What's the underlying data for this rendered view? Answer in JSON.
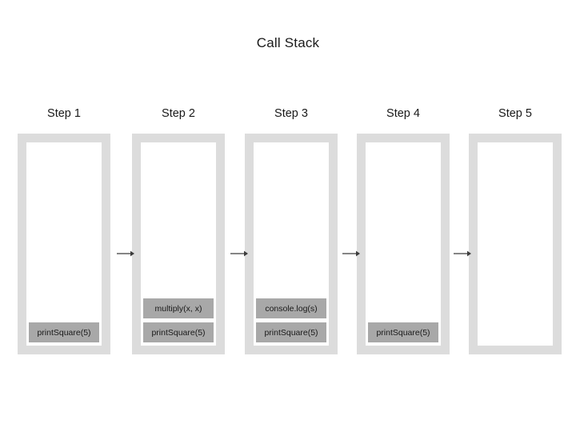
{
  "title": "Call Stack",
  "arrow_icon": "arrow-right",
  "colors": {
    "background": "#ffffff",
    "box_border": "#dcdcdc",
    "box_fill": "#ffffff",
    "frame_fill": "#a8a8a8",
    "text": "#1a1a1a",
    "arrow": "#3c3c3c"
  },
  "steps": [
    {
      "label": "Step 1",
      "frames": [
        "printSquare(5)"
      ]
    },
    {
      "label": "Step 2",
      "frames": [
        "multiply(x, x)",
        "printSquare(5)"
      ]
    },
    {
      "label": "Step 3",
      "frames": [
        "console.log(s)",
        "printSquare(5)"
      ]
    },
    {
      "label": "Step 4",
      "frames": [
        "printSquare(5)"
      ]
    },
    {
      "label": "Step 5",
      "frames": []
    }
  ]
}
